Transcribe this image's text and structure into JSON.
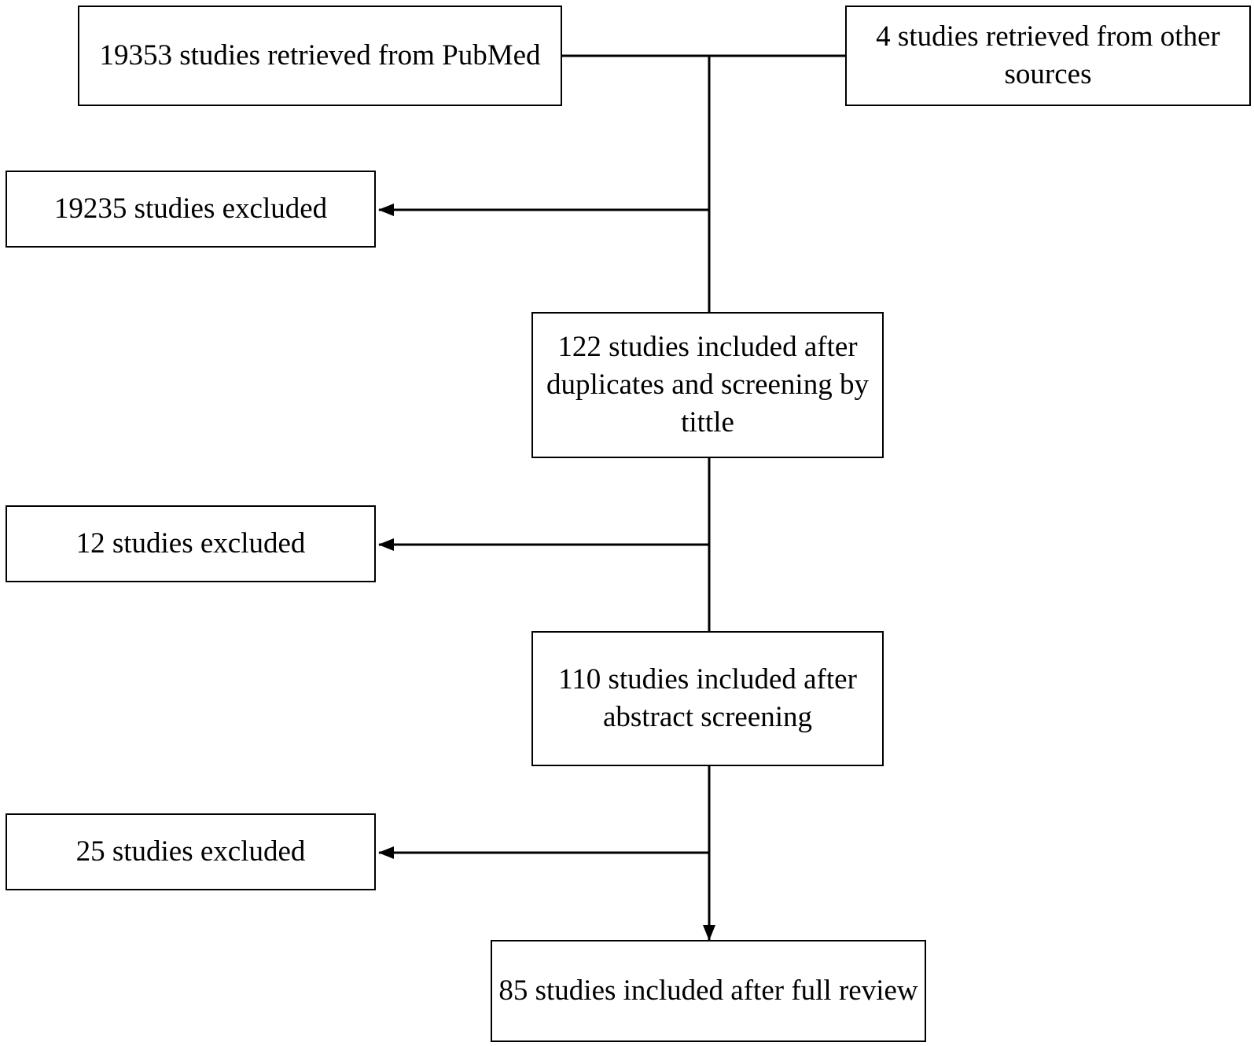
{
  "flowchart": {
    "source_pubmed": "19353 studies retrieved from PubMed",
    "source_other": "4 studies retrieved from other sources",
    "excluded_1": "19235 studies excluded",
    "included_after_title": "122 studies included after duplicates and screening by tittle",
    "excluded_2": "12 studies excluded",
    "included_after_abstract": "110 studies included after abstract screening",
    "excluded_3": "25 studies excluded",
    "included_final": "85 studies included after full review"
  },
  "colors": {
    "line": "#000000",
    "box_border": "#000000",
    "background": "#ffffff"
  }
}
